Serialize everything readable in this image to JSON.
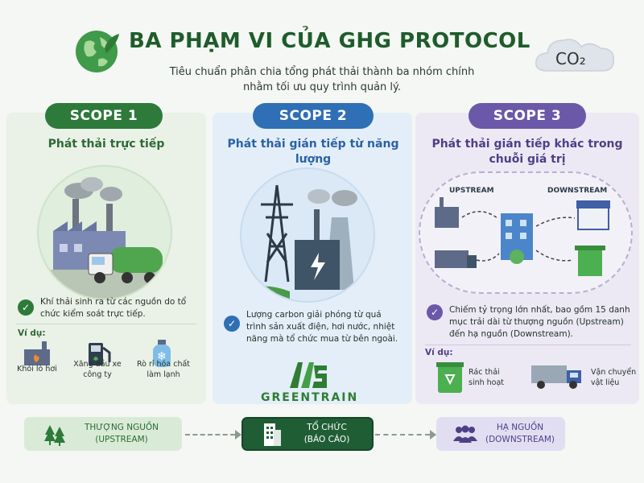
{
  "header": {
    "title": "BA PHẠM VI CỦA GHG PROTOCOL",
    "subtitle": "Tiêu chuẩn phân chia tổng phát thải thành ba nhóm chính nhằm tối ưu quy trình quản lý.",
    "co2_label": "CO₂"
  },
  "scopes": [
    {
      "badge": "SCOPE 1",
      "title": "Phát thải trực tiếp",
      "description": "Khí thải sinh ra từ các nguồn do tổ chức kiểm soát trực tiếp.",
      "examples_label": "Ví dụ:",
      "examples": [
        "Khói lò hơi",
        "Xăng dầu xe công ty",
        "Rò rỉ hóa chất làm lạnh"
      ]
    },
    {
      "badge": "SCOPE 2",
      "title": "Phát thải gián tiếp từ năng lượng",
      "description": "Lượng carbon giải phóng từ quá trình sản xuất điện, hơi nước, nhiệt năng mà tổ chức mua từ bên ngoài."
    },
    {
      "badge": "SCOPE 3",
      "title": "Phát thải gián tiếp khác trong chuỗi giá trị",
      "upstream_label": "UPSTREAM",
      "downstream_label": "DOWNSTREAM",
      "description": "Chiếm tỷ trọng lớn nhất, bao gồm 15 danh mục trải dài từ thượng nguồn (Upstream) đến hạ nguồn (Downstream).",
      "examples_label": "Ví dụ:",
      "examples": [
        "Rác thải sinh hoạt",
        "Vận chuyển vật liệu"
      ]
    }
  ],
  "brand": "GREENTRAIN",
  "flow": [
    {
      "line1": "THƯỢNG NGUỒN",
      "line2": "(UPSTREAM)"
    },
    {
      "line1": "TỔ CHỨC",
      "line2": "(BÁO CÁO)"
    },
    {
      "line1": "HẠ NGUỒN",
      "line2": "(DOWNSTREAM)"
    }
  ],
  "colors": {
    "scope1": "#2d7a3b",
    "scope2": "#2f6fb5",
    "scope3": "#6b58a8",
    "title": "#1f5c2b"
  }
}
